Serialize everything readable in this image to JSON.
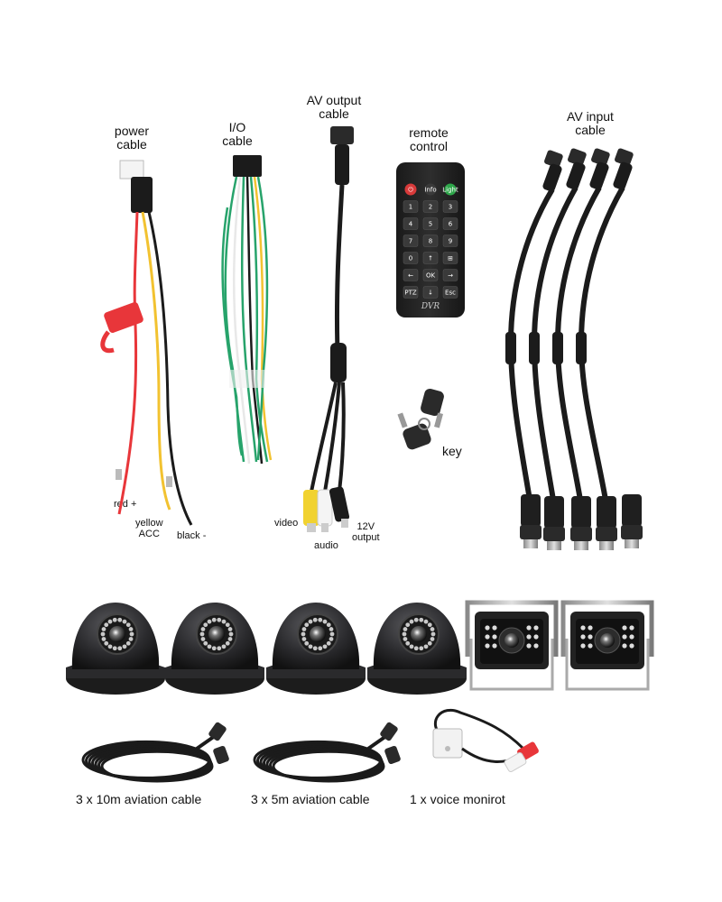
{
  "labels": {
    "power_cable": [
      "power",
      "cable"
    ],
    "io_cable": [
      "I/O",
      "cable"
    ],
    "av_output_cable": [
      "AV output",
      "cable"
    ],
    "remote_control": [
      "remote",
      "control"
    ],
    "av_input_cable": [
      "AV input",
      "cable"
    ],
    "key": "key",
    "red": "red +",
    "yellow": [
      "yellow",
      "ACC"
    ],
    "black": "black -",
    "video": "video",
    "audio": "audio",
    "twelve_v": [
      "12V",
      "output"
    ]
  },
  "remote": {
    "brand": "DVR",
    "buttons": [
      "⏻",
      "Info",
      "Light",
      "1",
      "2",
      "3",
      "4",
      "5",
      "6",
      "7",
      "8",
      "9",
      "0",
      "↑",
      "⊞",
      "←",
      "OK",
      "→",
      "PTZ",
      "↓",
      "Esc"
    ]
  },
  "captions": {
    "cable_10m": "3 x 10m aviation cable",
    "cable_5m": "3 x 5m aviation cable",
    "voice": "1 x voice monirot"
  },
  "colors": {
    "wire_red": "#e8363a",
    "wire_yellow": "#f2c230",
    "wire_black": "#1b1b1b",
    "wire_green": "#27a36b",
    "wire_white": "#e8e8e8",
    "rca_yellow": "#f1d230",
    "rca_white": "#f4f4f4",
    "camera_body": "#2a2a2c"
  }
}
